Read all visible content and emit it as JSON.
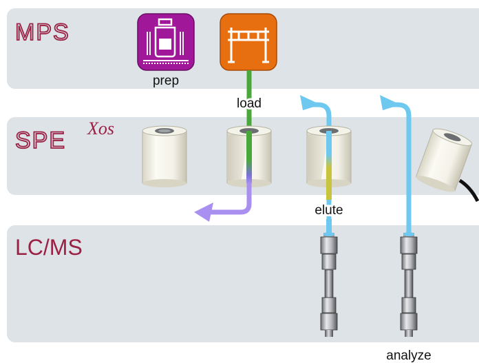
{
  "rows": {
    "mps": {
      "label": "MPS"
    },
    "spe": {
      "label": "SPE",
      "superscript": "Xos"
    },
    "lcms": {
      "label": "LC/MS"
    }
  },
  "steps": {
    "prep": "prep",
    "load": "load",
    "elute": "elute",
    "analyze": "analyze"
  },
  "colors": {
    "band": "#dde3e7",
    "row_label": "#9b2144",
    "prep_icon": "#a0179a",
    "load_icon": "#e86f10",
    "load_line": "#4aa83a",
    "elute_line": "#6ec8f0",
    "waste_arrow": "#a98ff0",
    "elute_band": "#c9c43e"
  },
  "icons": [
    "sample-prep-icon",
    "rack-icon",
    "spe-cartridge-icon",
    "column-icon"
  ]
}
